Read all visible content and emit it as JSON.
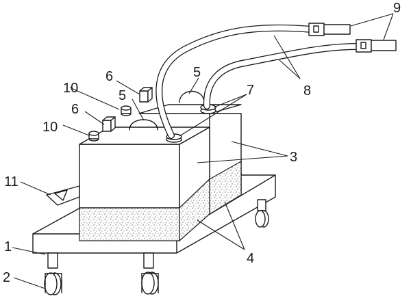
{
  "labels": {
    "n1": "1",
    "n2": "2",
    "n3": "3",
    "n4": "4",
    "n5a": "5",
    "n5b": "5",
    "n6a": "6",
    "n6b": "6",
    "n7": "7",
    "n8": "8",
    "n9": "9",
    "n10a": "10",
    "n10b": "10",
    "n11": "11"
  }
}
